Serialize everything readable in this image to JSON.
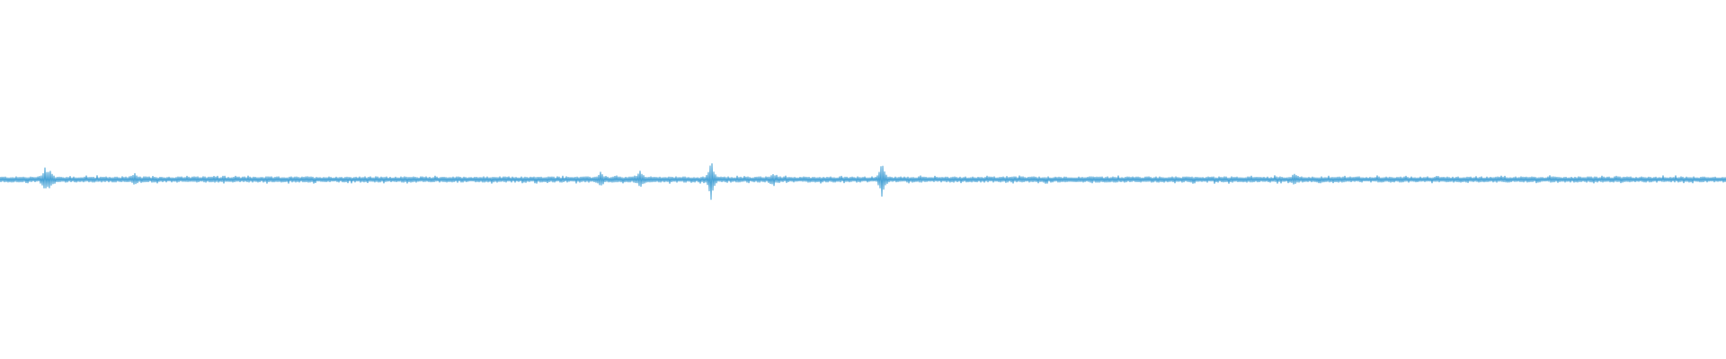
{
  "waveform": {
    "color": "#4aa3d6",
    "background": "#ffffff",
    "baseline_amplitude": 0.018,
    "noise_amplitude": 0.01,
    "spikes": [
      {
        "position": 0.026,
        "amplitude": 0.05
      },
      {
        "position": 0.029,
        "amplitude": 0.04
      },
      {
        "position": 0.078,
        "amplitude": 0.02
      },
      {
        "position": 0.348,
        "amplitude": 0.03
      },
      {
        "position": 0.371,
        "amplitude": 0.04
      },
      {
        "position": 0.412,
        "amplitude": 0.1
      },
      {
        "position": 0.448,
        "amplitude": 0.02
      },
      {
        "position": 0.511,
        "amplitude": 0.09
      },
      {
        "position": 0.75,
        "amplitude": 0.02
      }
    ]
  }
}
